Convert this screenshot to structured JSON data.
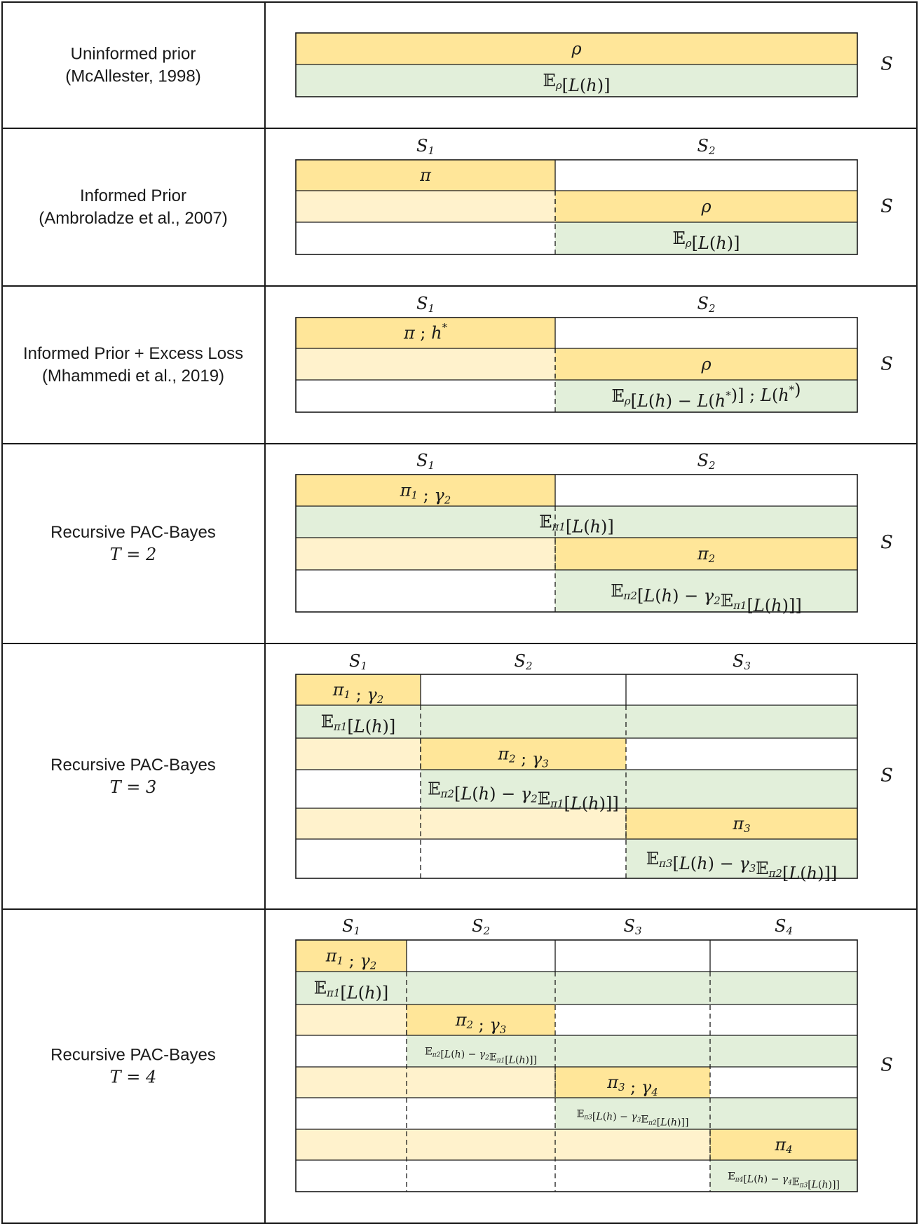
{
  "colors": {
    "param": "#FFE699",
    "faint": "#FFF2CC",
    "loss": "#E2EFDA",
    "white": "#FFFFFF",
    "border": "#1a1a1a"
  },
  "rows": [
    {
      "label": [
        "Uninformed prior",
        "(McAllester, 1998)"
      ],
      "splits": [],
      "cells": [
        {
          "text": "ρ",
          "fill": "param"
        },
        {
          "text": "𝔼ρ[L(h)]",
          "fill": "loss"
        }
      ],
      "right_label": "S"
    },
    {
      "label": [
        "Informed Prior",
        "(Ambroladze et al., 2007)"
      ],
      "splits": [
        "S₁",
        "S₂"
      ],
      "cells": [
        {
          "text": "π",
          "fill": "param"
        },
        {
          "text": "ρ",
          "fill": "param"
        },
        {
          "text": "𝔼ρ[L(h)]",
          "fill": "loss"
        }
      ],
      "right_label": "S"
    },
    {
      "label": [
        "Informed Prior + Excess Loss",
        "(Mhammedi et al., 2019)"
      ],
      "splits": [
        "S₁",
        "S₂"
      ],
      "cells": [
        {
          "text": "π ; h*",
          "fill": "param"
        },
        {
          "text": "ρ",
          "fill": "param"
        },
        {
          "text": "𝔼ρ[L(h) − L(h*)] ; L(h*)",
          "fill": "loss"
        }
      ],
      "right_label": "S"
    },
    {
      "label": [
        "Recursive PAC-Bayes",
        "T = 2"
      ],
      "splits": [
        "S₁",
        "S₂"
      ],
      "cells": [
        {
          "text": "π₁ ; γ₂",
          "fill": "param"
        },
        {
          "text": "𝔼π₁[L(h)]",
          "fill": "loss"
        },
        {
          "text": "π₂",
          "fill": "param"
        },
        {
          "text": "𝔼π₂[L(h) − γ₂𝔼π₁[L(h)]]",
          "fill": "loss"
        }
      ],
      "right_label": "S"
    },
    {
      "label": [
        "Recursive PAC-Bayes",
        "T = 3"
      ],
      "splits": [
        "S₁",
        "S₂",
        "S₃"
      ],
      "cells": [
        {
          "text": "π₁ ; γ₂",
          "fill": "param"
        },
        {
          "text": "𝔼π₁[L(h)]",
          "fill": "loss"
        },
        {
          "text": "π₂ ; γ₃",
          "fill": "param"
        },
        {
          "text": "𝔼π₂[L(h) − γ₂𝔼π₁[L(h)]]",
          "fill": "loss"
        },
        {
          "text": "π₃",
          "fill": "param"
        },
        {
          "text": "𝔼π₃[L(h) − γ₃𝔼π₂[L(h)]]",
          "fill": "loss"
        }
      ],
      "right_label": "S"
    },
    {
      "label": [
        "Recursive PAC-Bayes",
        "T = 4"
      ],
      "splits": [
        "S₁",
        "S₂",
        "S₃",
        "S₄"
      ],
      "cells": [
        {
          "text": "π₁ ; γ₂",
          "fill": "param"
        },
        {
          "text": "𝔼π₁[L(h)]",
          "fill": "loss"
        },
        {
          "text": "π₂ ; γ₃",
          "fill": "param"
        },
        {
          "text": "𝔼π₂[L(h) − γ₂𝔼π₁[L(h)]]",
          "fill": "loss"
        },
        {
          "text": "π₃ ; γ₄",
          "fill": "param"
        },
        {
          "text": "𝔼π₃[L(h) − γ₃𝔼π₂[L(h)]]",
          "fill": "loss"
        },
        {
          "text": "π₄",
          "fill": "param"
        },
        {
          "text": "𝔼π₄[L(h) − γ₄𝔼π₃[L(h)]]",
          "fill": "loss"
        }
      ],
      "right_label": "S"
    }
  ]
}
